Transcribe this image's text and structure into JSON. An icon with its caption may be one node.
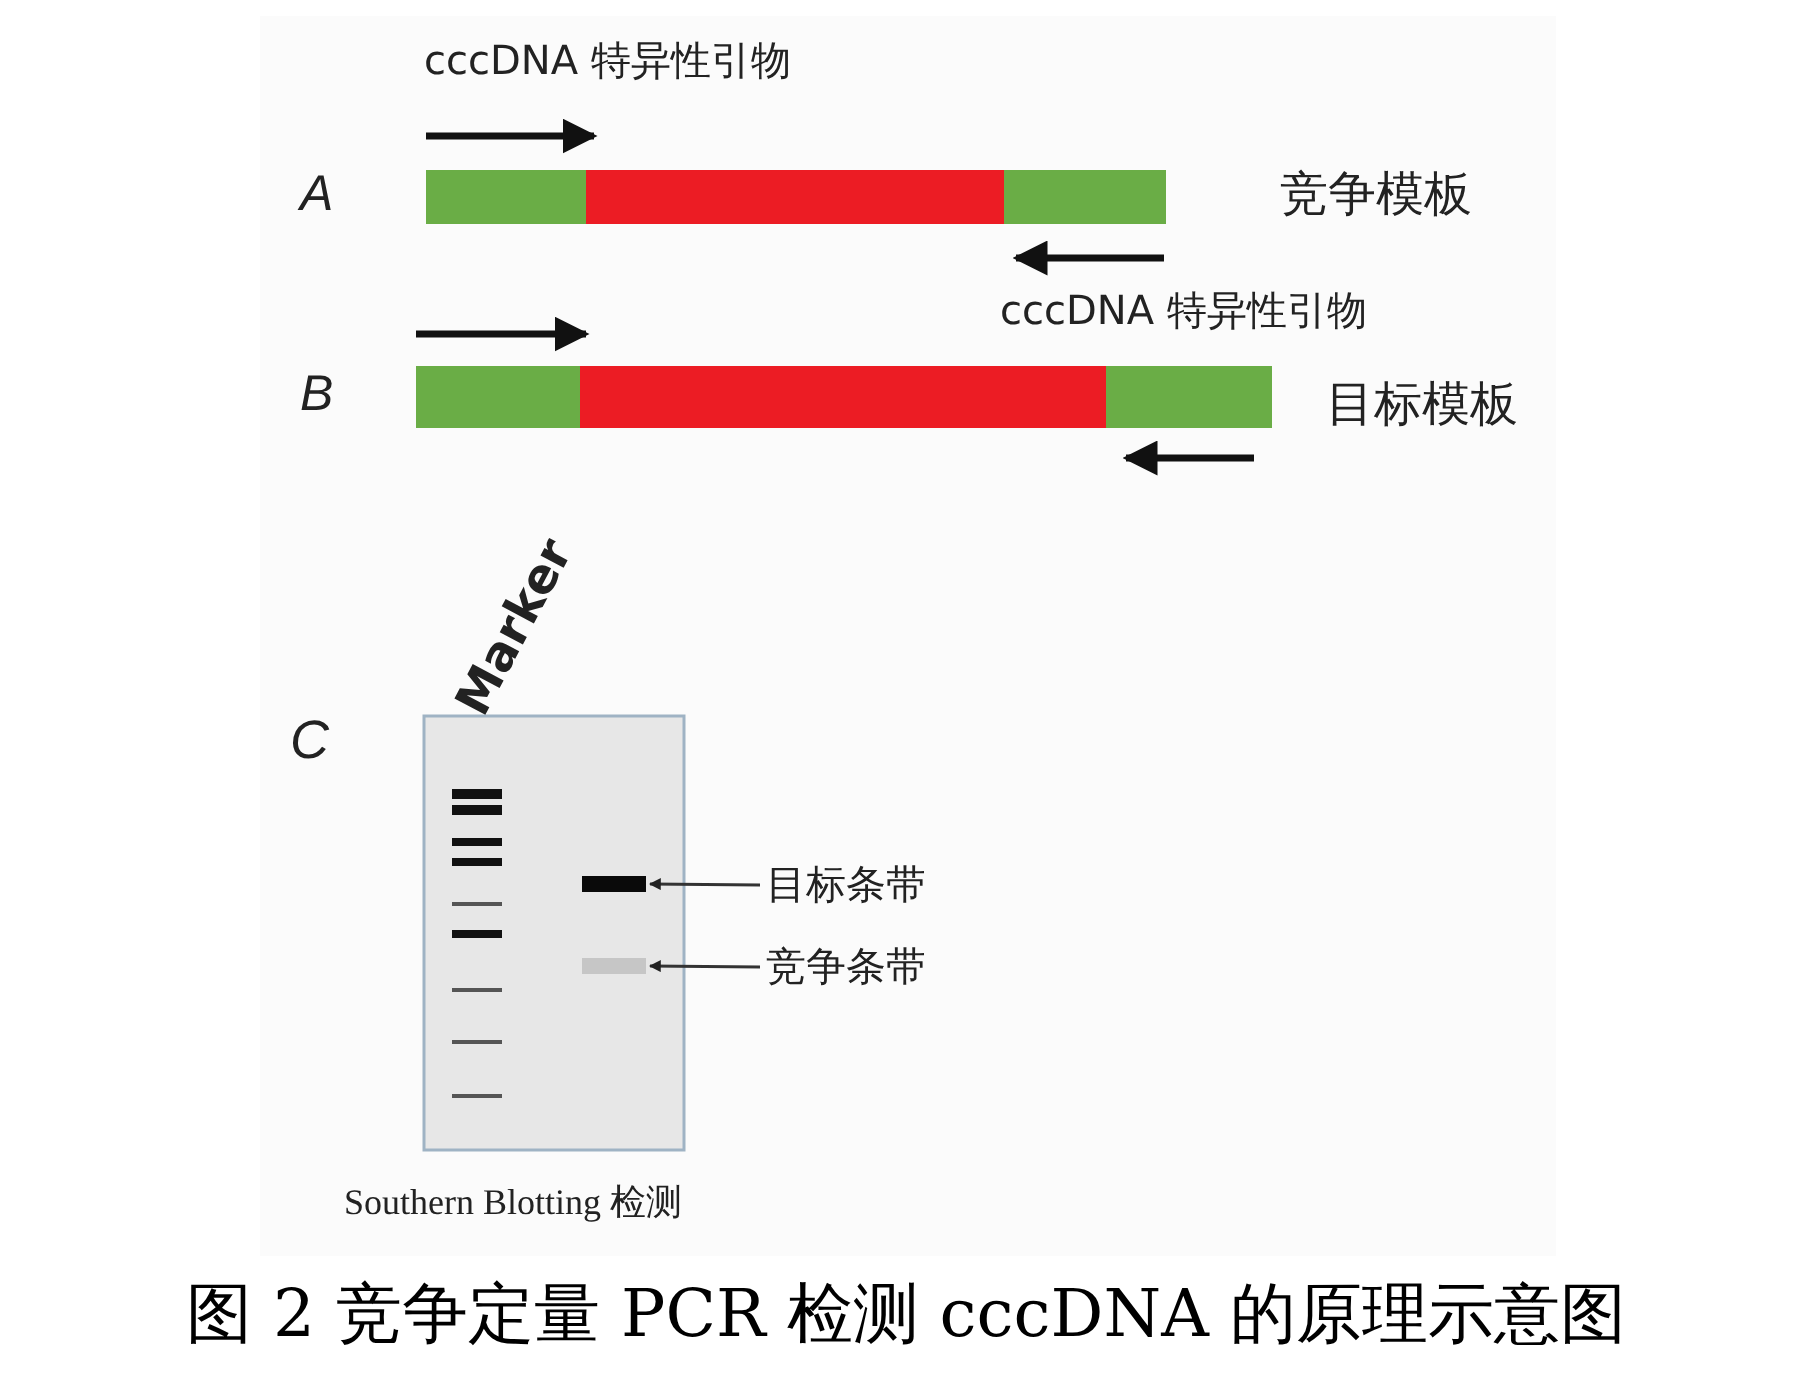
{
  "diagram": {
    "caption": "图 2 竞争定量 PCR 检测 cccDNA 的原理示意图",
    "nodes": [
      {
        "text": [
          "目标条带"
        ]
      },
      {
        "text": [
          "竞争条带"
        ]
      },
      {
        "text": [],
        "shape": "bar"
      },
      {
        "text": [],
        "shape": "bar"
      }
    ],
    "edges": [
      {
        "from": 0,
        "to": 2,
        "arrow": "to"
      },
      {
        "from": 1,
        "to": 3,
        "arrow": "to"
      }
    ],
    "labels": [
      "cccDNA 特异性引物",
      "A",
      "竞争模板",
      "cccDNA 特异性引物",
      "B",
      "目标模板",
      "Marker",
      "C",
      "Southern Blotting 检测"
    ]
  }
}
